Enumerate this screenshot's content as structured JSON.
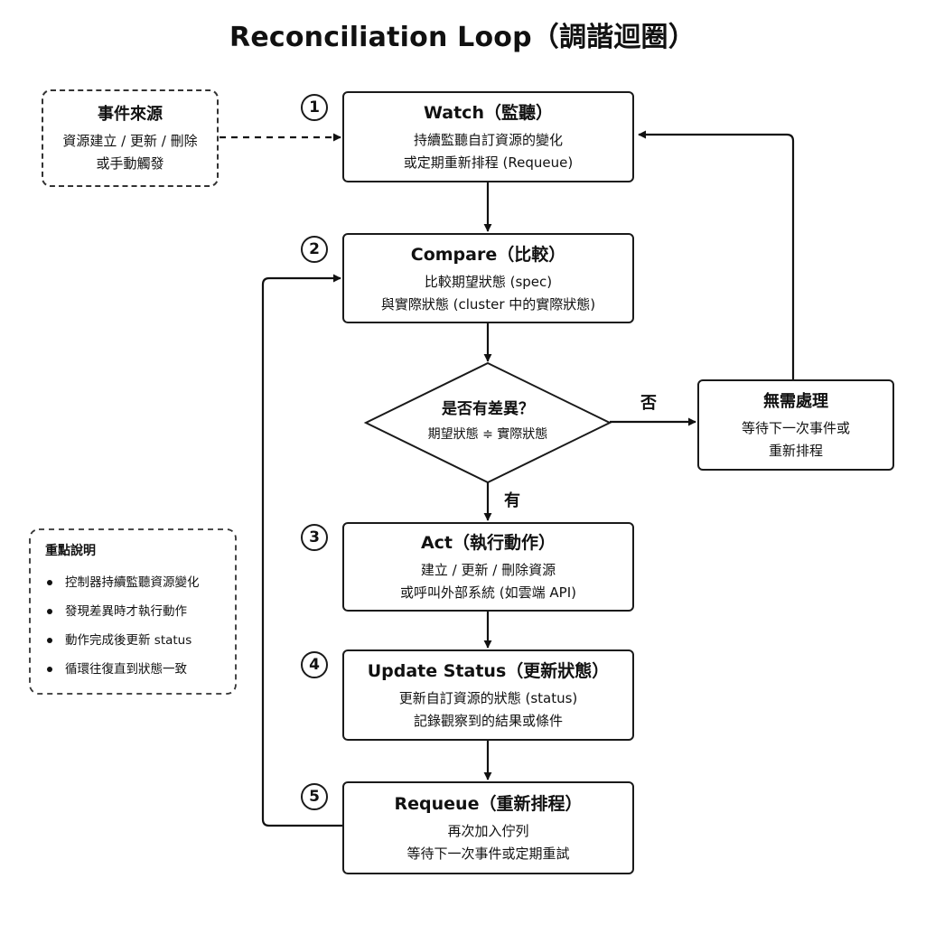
{
  "title": "Reconciliation Loop（調諧迴圈）",
  "event_source": {
    "title": "事件來源",
    "lines": [
      "資源建立 / 更新 / 刪除",
      "或手動觸發"
    ]
  },
  "steps": [
    {
      "number": "1",
      "title": "Watch（監聽）",
      "lines": [
        "持續監聽自訂資源的變化",
        "或定期重新排程 (Requeue)"
      ]
    },
    {
      "number": "2",
      "title": "Compare（比較）",
      "lines": [
        "比較期望狀態 (spec)",
        "與實際狀態 (cluster 中的實際狀態)"
      ]
    },
    {
      "number": "3",
      "title": "Act（執行動作）",
      "lines": [
        "建立 / 更新 / 刪除資源",
        "或呼叫外部系統 (如雲端 API)"
      ]
    },
    {
      "number": "4",
      "title": "Update Status（更新狀態）",
      "lines": [
        "更新自訂資源的狀態 (status)",
        "記錄觀察到的結果或條件"
      ]
    },
    {
      "number": "5",
      "title": "Requeue（重新排程）",
      "lines": [
        "再次加入佇列",
        "等待下一次事件或定期重試"
      ]
    }
  ],
  "decision": {
    "question": "是否有差異？",
    "condition": "期望狀態 ≑ 實際狀態",
    "yes_label": "有",
    "no_label": "否"
  },
  "no_action": {
    "title": "無需處理",
    "lines": [
      "等待下一次事件或",
      "重新排程"
    ]
  },
  "notes": {
    "title": "重點說明",
    "items": [
      "控制器持續監聽資源變化",
      "發現差異時才執行動作",
      "動作完成後更新 status",
      "循環往復直到狀態一致"
    ]
  }
}
